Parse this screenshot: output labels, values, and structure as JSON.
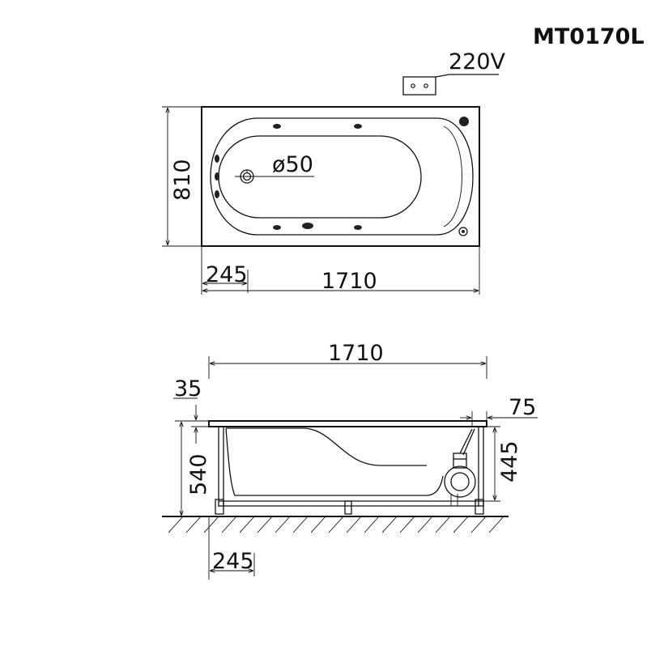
{
  "model": "MT0170L",
  "top_view": {
    "voltage": "220V",
    "width": "810",
    "length": "1710",
    "drain_offset": "245",
    "drain_diameter": "ø50"
  },
  "side_view": {
    "length": "1710",
    "rim": "35",
    "height": "540",
    "apron_height": "445",
    "apron_offset": "75",
    "leg_offset": "245"
  }
}
